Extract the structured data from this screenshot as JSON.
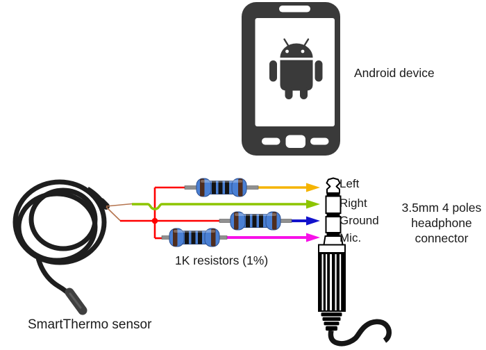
{
  "labels": {
    "android_device": "Android device",
    "resistors_caption": "1K resistors (1%)",
    "sensor_caption": "SmartThermo sensor"
  },
  "connector": {
    "caption_lines": [
      "3.5mm 4 poles",
      "headphone",
      "connector"
    ],
    "pins": [
      {
        "label": "Left",
        "wire_color_name": "yellow",
        "via": "1K resistor (1%)"
      },
      {
        "label": "Right",
        "wire_color_name": "green",
        "via": "direct wire"
      },
      {
        "label": "Ground",
        "wire_color_name": "blue",
        "via": "1K resistor (1%)"
      },
      {
        "label": "Mic.",
        "wire_color_name": "magenta",
        "via": "1K resistor (1%)"
      }
    ]
  },
  "components": {
    "sensor_name": "SmartThermo sensor",
    "device_name": "Android device",
    "resistor_value": "1K",
    "resistor_tolerance": "1%",
    "resistor_count": 3,
    "connector_type": "3.5mm 4 poles headphone connector"
  },
  "colors": {
    "phone": "#3a3a3a",
    "text": "#1a1a1a",
    "wire-red": "#ff0000",
    "wire-yellow": "#f5b400",
    "wire-green": "#8dc500",
    "wire-blue": "#1212cc",
    "wire-magenta": "#f711e8",
    "sensor-lead": "#b5744e",
    "resistor-body": "#4a80d4",
    "resistor-edge": "#2c4f8f",
    "resistor-band-brown": "#4f2d1e",
    "resistor-band-black": "#141414",
    "lead-gray": "#909090"
  }
}
